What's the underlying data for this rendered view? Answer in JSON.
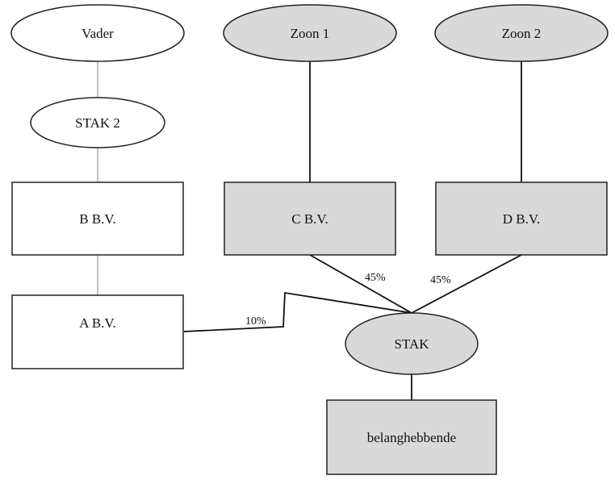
{
  "nodes": {
    "vader": "Vader",
    "zoon1": "Zoon 1",
    "zoon2": "Zoon 2",
    "stak2": "STAK 2",
    "bbv": "B B.V.",
    "cbv": "C B.V.",
    "dbv": "D B.V.",
    "abv": "A B.V.",
    "stak": "STAK",
    "belanghebbende": "belanghebbende"
  },
  "edges": {
    "abv_stak_pct": "10%",
    "cbv_stak_pct": "45%",
    "dbv_stak_pct": "45%"
  },
  "colors": {
    "white_fill": "#ffffff",
    "grey_fill": "#d9d9d9",
    "stroke": "#222222"
  }
}
